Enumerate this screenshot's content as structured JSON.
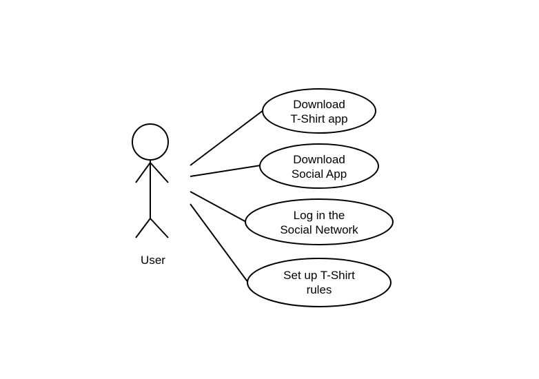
{
  "actor": {
    "label": "User"
  },
  "use_cases": [
    {
      "line1": "Download",
      "line2": "T-Shirt app"
    },
    {
      "line1": "Download",
      "line2": "Social App"
    },
    {
      "line1": "Log in the",
      "line2": "Social Network"
    },
    {
      "line1": "Set up T-Shirt",
      "line2": "rules"
    }
  ]
}
